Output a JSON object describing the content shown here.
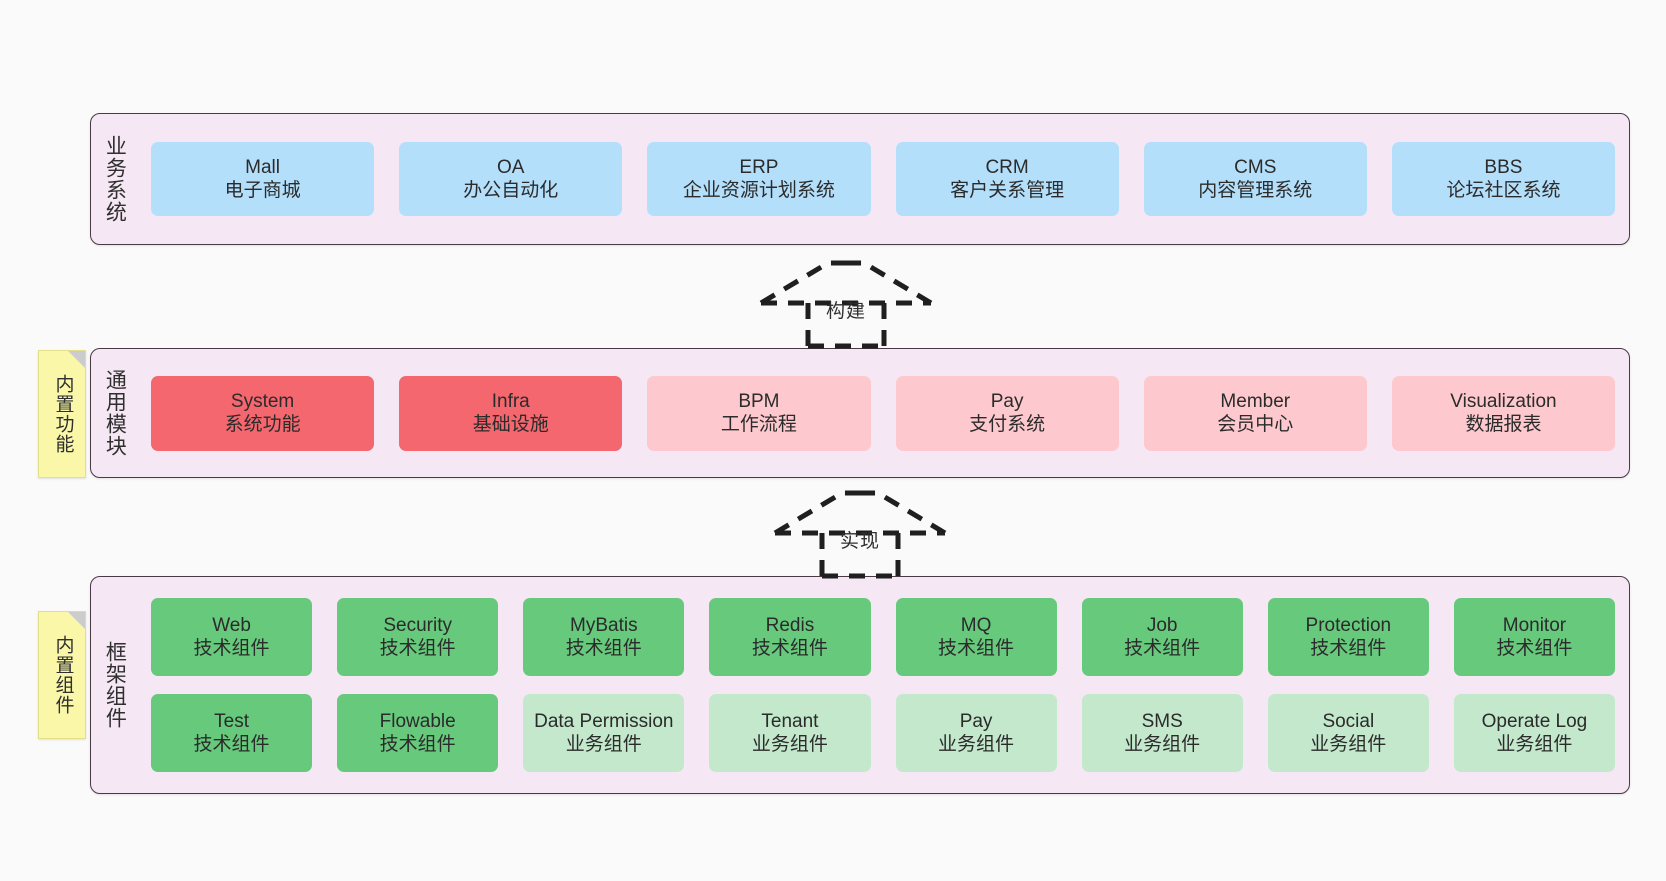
{
  "diagram": {
    "background_color": "#FAFAFA",
    "band_background": "#F5E8F4",
    "band_border": "#4A3A46",
    "sticky_color": "#FAF8A8"
  },
  "layers": {
    "business": {
      "title": "业务系统",
      "accent": "#B4DFFB",
      "cards": [
        {
          "title": "Mall",
          "subtitle": "电子商城",
          "style": "c-blue"
        },
        {
          "title": "OA",
          "subtitle": "办公自动化",
          "style": "c-blue"
        },
        {
          "title": "ERP",
          "subtitle": "企业资源计划系统",
          "style": "c-blue"
        },
        {
          "title": "CRM",
          "subtitle": "客户关系管理",
          "style": "c-blue"
        },
        {
          "title": "CMS",
          "subtitle": "内容管理系统",
          "style": "c-blue"
        },
        {
          "title": "BBS",
          "subtitle": "论坛社区系统",
          "style": "c-blue"
        }
      ]
    },
    "common": {
      "title": "通用模块",
      "sticky": "内置功能",
      "accent": "#F4676E",
      "cards": [
        {
          "title": "System",
          "subtitle": "系统功能",
          "style": "c-red"
        },
        {
          "title": "Infra",
          "subtitle": "基础设施",
          "style": "c-red"
        },
        {
          "title": "BPM",
          "subtitle": "工作流程",
          "style": "c-pink"
        },
        {
          "title": "Pay",
          "subtitle": "支付系统",
          "style": "c-pink"
        },
        {
          "title": "Member",
          "subtitle": "会员中心",
          "style": "c-pink"
        },
        {
          "title": "Visualization",
          "subtitle": "数据报表",
          "style": "c-pink"
        }
      ]
    },
    "framework": {
      "title": "框架组件",
      "sticky": "内置组件",
      "accent": "#66C97C",
      "row_one": [
        {
          "title": "Web",
          "subtitle": "技术组件",
          "style": "c-green"
        },
        {
          "title": "Security",
          "subtitle": "技术组件",
          "style": "c-green"
        },
        {
          "title": "MyBatis",
          "subtitle": "技术组件",
          "style": "c-green"
        },
        {
          "title": "Redis",
          "subtitle": "技术组件",
          "style": "c-green"
        },
        {
          "title": "MQ",
          "subtitle": "技术组件",
          "style": "c-green"
        },
        {
          "title": "Job",
          "subtitle": "技术组件",
          "style": "c-green"
        },
        {
          "title": "Protection",
          "subtitle": "技术组件",
          "style": "c-green"
        },
        {
          "title": "Monitor",
          "subtitle": "技术组件",
          "style": "c-green"
        }
      ],
      "row_two": [
        {
          "title": "Test",
          "subtitle": "技术组件",
          "style": "c-green"
        },
        {
          "title": "Flowable",
          "subtitle": "技术组件",
          "style": "c-green"
        },
        {
          "title": "Data Permission",
          "subtitle": "业务组件",
          "style": "c-greenlight"
        },
        {
          "title": "Tenant",
          "subtitle": "业务组件",
          "style": "c-greenlight"
        },
        {
          "title": "Pay",
          "subtitle": "业务组件",
          "style": "c-greenlight"
        },
        {
          "title": "SMS",
          "subtitle": "业务组件",
          "style": "c-greenlight"
        },
        {
          "title": "Social",
          "subtitle": "业务组件",
          "style": "c-greenlight"
        },
        {
          "title": "Operate Log",
          "subtitle": "业务组件",
          "style": "c-greenlight"
        }
      ]
    }
  },
  "connectors": {
    "build": {
      "label": "构建"
    },
    "implement": {
      "label": "实现"
    }
  }
}
